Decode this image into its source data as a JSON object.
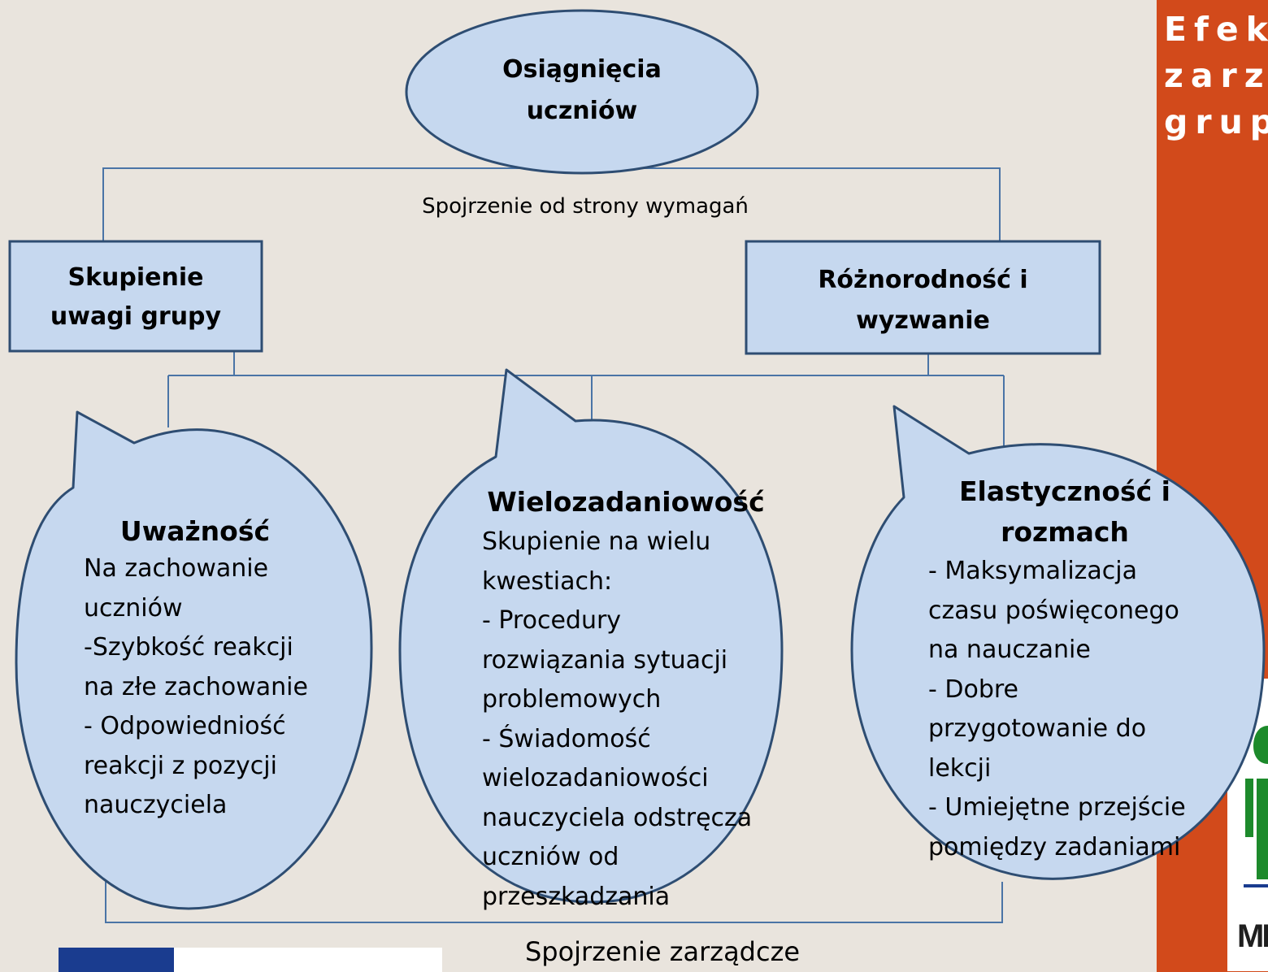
{
  "colors": {
    "background": "#e9e4dd",
    "accent_panel": "#d24a1b",
    "node_fill": "#c6d8ef",
    "node_stroke": "#2e4d72",
    "connector": "#4a74a6",
    "logo_green": "#1d8a2b",
    "logo_blue": "#1a3c8f"
  },
  "side_title": {
    "lines": [
      "Efek",
      "zarz",
      "grup"
    ]
  },
  "top_node": {
    "lines": [
      "Osiągnięcia",
      "uczniów"
    ]
  },
  "top_caption": "Spojrzenie od strony wymagań",
  "bottom_caption": "Spojrzenie zarządcze",
  "left_box": {
    "lines": [
      "Skupienie",
      "uwagi grupy"
    ]
  },
  "right_box": {
    "lines": [
      "Różnorodność i",
      "wyzwanie"
    ]
  },
  "bubbles": [
    {
      "title_lines": [
        "Uważność"
      ],
      "body_lines": [
        "Na zachowanie",
        "uczniów",
        "-Szybkość reakcji",
        "na złe zachowanie",
        "- Odpowiedniość",
        "reakcji z pozycji",
        "nauczyciela"
      ]
    },
    {
      "title_lines": [
        "Wielozadaniowość"
      ],
      "body_lines": [
        "Skupienie na wielu",
        "kwestiach:",
        "- Procedury",
        "rozwiązania sytuacji",
        "problemowych",
        "- Świadomość",
        "wielozadaniowości",
        "nauczyciela odstręcza",
        "uczniów od",
        "przeszkadzania"
      ]
    },
    {
      "title_lines": [
        "Elastyczność i",
        "rozmach"
      ],
      "body_lines": [
        "-  Maksymalizacja",
        "czasu poświęconego",
        "na nauczanie",
        "- Dobre",
        "przygotowanie do",
        "lekcji",
        "- Umiejętne przejście",
        "pomiędzy zadaniami"
      ]
    }
  ],
  "logo_fragment": "MI"
}
